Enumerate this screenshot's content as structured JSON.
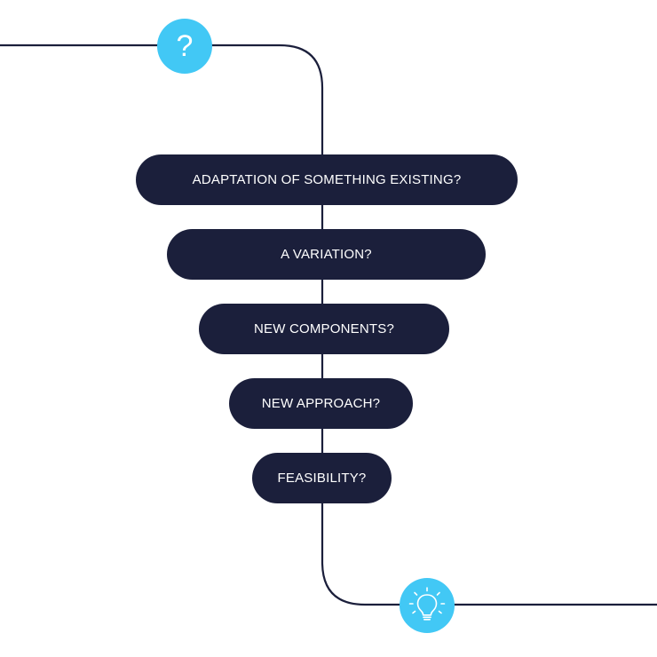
{
  "colors": {
    "pill_background": "#1b1f3b",
    "line": "#1b1f3b",
    "accent": "#42c8f5",
    "text": "#ffffff"
  },
  "start_node": {
    "icon": "question-mark-icon",
    "symbol": "?"
  },
  "end_node": {
    "icon": "lightbulb-icon"
  },
  "steps": [
    {
      "label": "ADAPTATION OF SOMETHING EXISTING?"
    },
    {
      "label": "A VARIATION?"
    },
    {
      "label": "NEW COMPONENTS?"
    },
    {
      "label": "NEW APPROACH?"
    },
    {
      "label": "FEASIBILITY?"
    }
  ]
}
